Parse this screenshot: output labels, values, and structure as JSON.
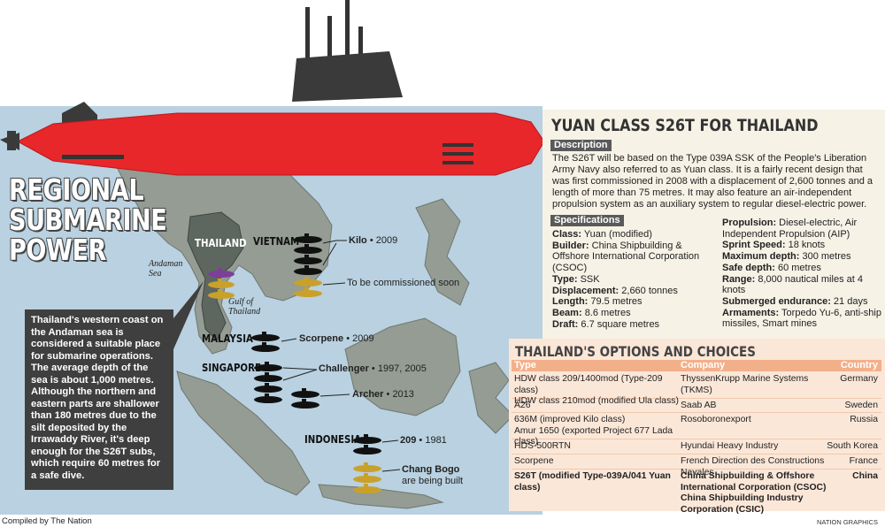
{
  "main_title": {
    "line1": "REGIONAL",
    "line2": "SUBMARINE POWER"
  },
  "map_labels": {
    "thailand": "THAILAND",
    "vietnam": "VIETNAM",
    "malaysia": "MALAYSIA",
    "singapore": "SINGAPORE",
    "indonesia": "INDONESIA",
    "andaman_sea": [
      "Andaman",
      "Sea"
    ],
    "gulf_of_thailand": [
      "Gulf of",
      "Thailand"
    ]
  },
  "fleet_labels": {
    "vietnam_kilo": {
      "name": "Kilo",
      "year": "2009"
    },
    "vietnam_pending": "To be commissioned soon",
    "malaysia": {
      "name": "Scorpene",
      "year": "2009"
    },
    "singapore_challenger": {
      "name": "Challenger",
      "year": "1997, 2005"
    },
    "singapore_archer": {
      "name": "Archer",
      "year": "2013"
    },
    "indonesia_209": {
      "name": "209",
      "year": "1981"
    },
    "indonesia_chang_bogo": {
      "name": "Chang Bogo",
      "note": "are being built"
    }
  },
  "callout": "Thailand's western coast on the Andaman sea is considered a suitable place for submarine operations. The average depth of the sea is about 1,000 metres. Although the northern and eastern parts are shallower than 180 metres due to the silt deposited by the Irrawaddy River, it's deep enough for the S26T subs, which require 60 metres for a safe dive.",
  "panel": {
    "title": "YUAN CLASS S26T FOR THAILAND",
    "description_header": "Description",
    "description": "The S26T will be based on the Type 039A SSK of the People's Liberation Army Navy also referred to as Yuan class. It is a fairly recent design that was first commissioned in 2008 with a displacement of 2,600 tonnes and a length of more than 75 metres. It may also feature an air-independent propulsion system as an auxiliary system to regular diesel-electric power.",
    "specs_header": "Specifications",
    "specs_left": [
      {
        "k": "Class:",
        "v": "Yuan (modified)"
      },
      {
        "k": "Builder:",
        "v": "China Shipbuilding & Offshore International Corporation (CSOC)"
      },
      {
        "k": "Type:",
        "v": "SSK"
      },
      {
        "k": "Displacement:",
        "v": "2,660 tonnes"
      },
      {
        "k": "Length:",
        "v": "79.5 metres"
      },
      {
        "k": "Beam:",
        "v": "8.6 metres"
      },
      {
        "k": "Draft:",
        "v": "6.7 square metres"
      }
    ],
    "specs_right": [
      {
        "k": "Propulsion:",
        "v": "Diesel-electric, Air Independent Propulsion (AIP)"
      },
      {
        "k": "Sprint Speed:",
        "v": "18 knots"
      },
      {
        "k": "Maximum depth:",
        "v": "300 metres"
      },
      {
        "k": "Safe depth:",
        "v": "60 metres"
      },
      {
        "k": "Range:",
        "v": "8,000 nautical miles at 4 knots"
      },
      {
        "k": "Submerged endurance:",
        "v": "21 days"
      },
      {
        "k": "Armaments:",
        "v": "Torpedo Yu-6, anti-ship missiles, Smart mines"
      }
    ]
  },
  "options": {
    "title": "THAILAND'S OPTIONS AND CHOICES",
    "headers": {
      "type": "Type",
      "company": "Company",
      "country": "Country"
    },
    "rows": [
      {
        "type": "HDW class 209/1400mod (Type-209 class)\nHDW class 210mod (modified Ula class)",
        "company": "ThyssenKrupp Marine Systems (TKMS)",
        "country": "Germany"
      },
      {
        "type": "A26",
        "company": "Saab AB",
        "country": "Sweden"
      },
      {
        "type": "636M (improved Kilo class)\nAmur 1650 (exported Project 677 Lada class)",
        "company": "Rosoboronexport",
        "country": "Russia"
      },
      {
        "type": "HDS-500RTN",
        "company": "Hyundai Heavy Industry",
        "country": "South Korea"
      },
      {
        "type": "Scorpene",
        "company": "French Direction des Constructions Navales",
        "country": "France"
      },
      {
        "type": "S26T (modified Type-039A/041 Yuan class)",
        "company": "China Shipbuilding & Offshore International Corporation (CSOC)\nChina Shipbuilding Industry Corporation (CSIC)",
        "country": "China"
      }
    ]
  },
  "credit": "Compiled by The Nation",
  "credit2": "NATION GRAPHICS",
  "colors": {
    "sea": "#b9d1e0",
    "land": "#949c93",
    "hull": "#e8272a",
    "panel": "#f6f2e6",
    "options": "#fbe7d8",
    "accent": "#f2b08a"
  }
}
